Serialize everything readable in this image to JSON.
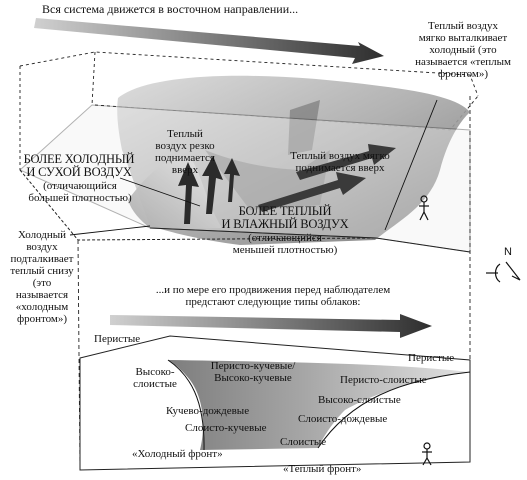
{
  "top_caption": "Вся система движется в восточном направлении...",
  "warm_pushes_cold": "Теплый воздух\nмягко выталкивает\nхолодный (это\nназывается «теплым\nфронтом»)",
  "warm_rises_sharply": "Теплый\nвоздух резко\nподнимается\nвверх",
  "warm_rises_gently": "Теплый воздух мягко\nподнимается вверх",
  "cold_dry_title": "БОЛЕЕ ХОЛОДНЫЙ\nИ СУХОЙ ВОЗДУХ",
  "cold_dry_sub": "(отличающийся\nбольшей плотностью)",
  "warm_moist_title": "БОЛЕЕ ТЕПЛЫЙ\nИ ВЛАЖНЫЙ ВОЗДУХ",
  "warm_moist_sub": "(отличающийся\nменьшей плотностью)",
  "cold_pushes_warm": "Холодный\nвоздух\nподталкивает\nтеплый снизу\n(это\nназывается\n«холодным\nфронтом»)",
  "compass_n": "N",
  "mid_caption": "...и по мере его продвижения перед наблюдателем\nпредстают следующие типы облаков:",
  "clouds": {
    "cirrus_left": "Перистые",
    "cirrus_right": "Перистые",
    "altostratus": "Высоко-\nслоистые",
    "cirrocumulus_altocumulus": "Перисто-кучевые/\nВысоко-кучевые",
    "cirrostratus": "Перисто-слоистые",
    "altostratus_right": "Высоко-слоистые",
    "cumulonimbus": "Кучево-дождевые",
    "nimbostratus": "Слоисто-дождевые",
    "stratocumulus": "Слоисто-кучевые",
    "stratus": "Слоистые"
  },
  "cold_front_label": "«Холодный фронт»",
  "warm_front_label": "«Теплый фронт»",
  "colors": {
    "ink": "#111111",
    "arrow": "#3a3a3a",
    "shade_light": "#c8c8c8",
    "shade_dark": "#8e8e8e",
    "shade_mid": "#a9a9a9"
  }
}
